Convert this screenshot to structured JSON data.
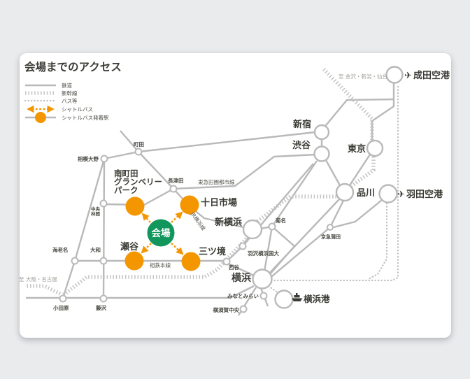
{
  "title": "会場までのアクセス",
  "legend": {
    "rail": "鉄道",
    "shinkansen": "新幹線",
    "bus": "バス等",
    "shuttle": "シャトルバス",
    "shuttle_station": "シャトルバス発着駅"
  },
  "venue": {
    "label": "会場"
  },
  "line_labels": {
    "denentoshi": "東急田園都市線",
    "jr_yokohama": "JR横浜線",
    "sotetsu_main": "相鉄本線"
  },
  "direction_labels": {
    "hokuriku": "至 金沢・新潟・仙台",
    "tokaido_west": "至 大阪・名古屋"
  },
  "stations": {
    "shinjuku": "新宿",
    "shibuya": "渋谷",
    "tokyo": "東京",
    "shinagawa": "品川",
    "narita_airport": "成田空港",
    "haneda_airport": "羽田空港",
    "yokohama": "横浜",
    "shin_yokohama": "新横浜",
    "yokohama_port": "横浜港",
    "tokaichiba": "十日市場",
    "minami_machida": [
      "南町田",
      "グランベリー",
      "パーク"
    ],
    "seya": "瀬谷",
    "mitsukyo": "三ツ境",
    "machida": "町田",
    "sagami_ono": "相模大野",
    "chuo_rinkan": [
      "中央",
      "林間"
    ],
    "nagatsuta": "長津田",
    "kikuna": "菊名",
    "hazawa": "羽沢横浜国大",
    "nishiya": "西谷",
    "minatomirai": "みなとみらい",
    "yokosuka_chuo": "横須賀中央",
    "ebina": "海老名",
    "yamato": "大和",
    "odawara": "小田原",
    "fujisawa": "藤沢",
    "keikyu_kamata": "京急蒲田"
  },
  "icons": {
    "airplane": "✈",
    "ship": "ship-silhouette"
  },
  "colors": {
    "shuttle_orange": "#f49600",
    "venue_green": "#11965b",
    "rail_gray": "#b9b9b9"
  }
}
